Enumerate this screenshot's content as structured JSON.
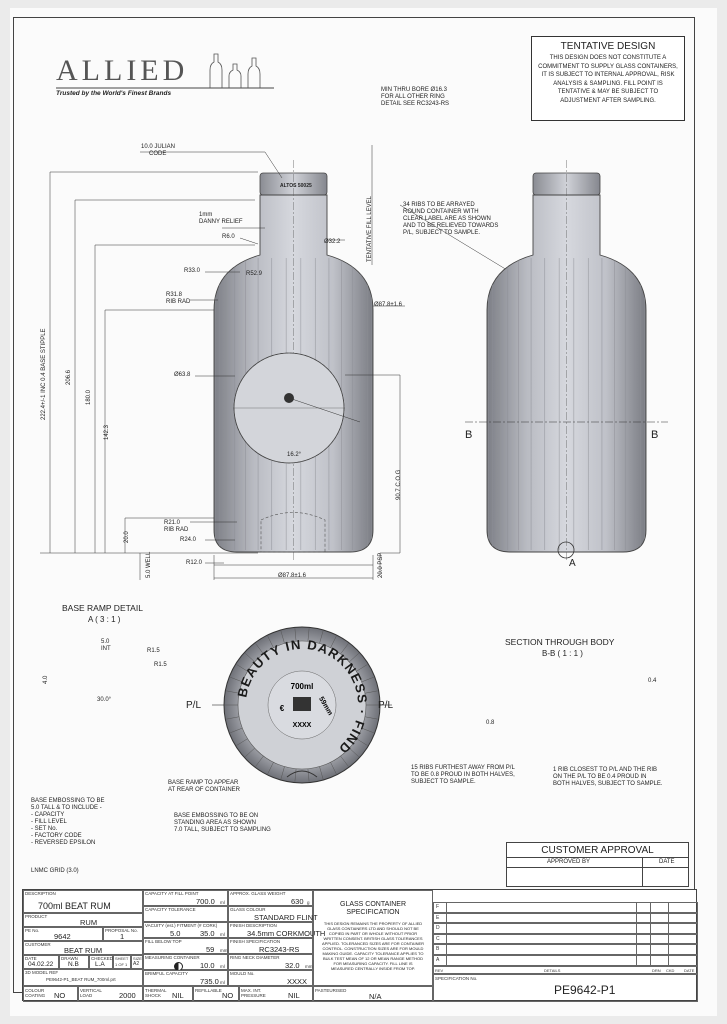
{
  "logo": {
    "name": "ALLIED",
    "tagline": "Trusted by the World's Finest Brands"
  },
  "tentative": {
    "title": "TENTATIVE DESIGN",
    "lines": [
      "THIS DESIGN DOES NOT CONSTITUTE A",
      "COMMITMENT TO SUPPLY GLASS CONTAINERS,",
      "IT IS SUBJECT TO INTERNAL APPROVAL, RISK",
      "ANALYSIS & SAMPLING. FILL POINT IS",
      "TENTATIVE & MAY BE SUBJECT TO",
      "ADJUSTMENT AFTER SAMPLING."
    ]
  },
  "notes": {
    "bore": [
      "MIN THRU BORE Ø16.3",
      "FOR ALL OTHER RING",
      "DETAIL SEE RC3243-RS"
    ],
    "julian": [
      "10.0 JULIAN",
      "CODE"
    ],
    "ribs34": [
      "34 RIBS TO BE ARRAYED",
      "ROUND CONTAINER WITH",
      "CLEAR LABEL ARE AS SHOWN",
      "AND TO BE RELIEVED TOWARDS",
      "P/L, SUBJECT TO SAMPLE."
    ],
    "danny": [
      "1mm",
      "DANNY RELIEF"
    ],
    "tentative_fill": "TENTATIVE FILL LEVEL",
    "base_ramp_rear": [
      "BASE RAMP TO APPEAR",
      "AT REAR OF CONTAINER"
    ],
    "base_emb_standing": [
      "BASE EMBOSSING TO BE ON",
      "STANDING AREA AS SHOWN",
      "7.0 TALL, SUBJECT TO SAMPLING"
    ],
    "ribs15": [
      "15 RIBS FURTHEST AWAY FROM P/L",
      "TO BE 0.8 PROUD IN BOTH HALVES,",
      "SUBJECT TO SAMPLE."
    ],
    "rib1": [
      "1 RIB CLOSEST TO P/L AND THE RIB",
      "ON THE P/L TO BE 0.4 PROUD IN",
      "BOTH HALVES, SUBJECT TO SAMPLE."
    ],
    "base_emb_list": [
      "BASE EMBOSSING TO BE",
      "5.0 TALL & TO INCLUDE -",
      "",
      "- CAPACITY",
      "- FILL LEVEL",
      "- SET No.",
      "- FACTORY CODE",
      "- REVERSED EPSILON"
    ],
    "lnmc": "LNMC GRID (3.0)"
  },
  "dims": {
    "d322": "Ø32.2",
    "r60": "R6.0",
    "r330": "R33.0",
    "r529": "R52.9",
    "r318": "R31.8",
    "rib_rad": "RIB RAD",
    "d878": "Ø87.8±1.6",
    "d638": "Ø63.8",
    "ang": "16.2°",
    "cog": "90.7 C.O.G",
    "r210": "R21.0",
    "r240": "R24.0",
    "r120": "R12.0",
    "d878b": "Ø87.8±1.6",
    "h2224": "222.4+/-1 INC 0.4 BASE STIPPLE",
    "h2066": "206.6",
    "h1800": "180.0",
    "h1423": "142.3",
    "h200": "20.0",
    "well": "5.0 WELL",
    "psp": "20.0 PSP",
    "section_b": "B",
    "detail_a": "A",
    "p04": "0.4",
    "p08": "0.8",
    "ramp_w": "5.0",
    "ramp_int": "INT",
    "ramp_r": "R1.5",
    "ramp_h": "4.0",
    "ramp_a": "30.0°",
    "finish": "ALTOS 50025"
  },
  "labels": {
    "base_ramp_title": "BASE RAMP DETAIL",
    "base_ramp_scale": "A ( 3 : 1 )",
    "section_title": "SECTION THROUGH BODY",
    "section_scale": "B-B ( 1 : 1 )",
    "pl": "P/L"
  },
  "embossing": {
    "ring_text": "BEAUTY IN DARKNESS · FIND",
    "capacity": "700ml",
    "fill": "59mm",
    "code": "XXXX",
    "mark": "€"
  },
  "approval": {
    "title": "CUSTOMER APPROVAL",
    "approved_by": "APPROVED BY",
    "date": "DATE"
  },
  "title_block": {
    "description_label": "DESCRIPTION",
    "description": "700ml BEAT RUM",
    "product_label": "PRODUCT",
    "product": "RUM",
    "pe_label": "PE No.",
    "pe": "9642",
    "proposal_label": "PROPOSAL No.",
    "proposal": "1",
    "customer_label": "CUSTOMER",
    "customer": "BEAT RUM",
    "date_label": "DATE",
    "date": "04.02.22",
    "drawn_label": "DRAWN",
    "drawn": "N.B",
    "checked_label": "CHECKED",
    "checked": "L.A",
    "sheet_label": "SHEET",
    "sheet": "1 OF 1",
    "size_label": "SIZE",
    "size": "A2",
    "model_label": "3D MODEL REF",
    "model": "PE9642-P1_BEAT RUM_700ml.prt",
    "colour_label": "COLOUR COATING",
    "colour": "NO",
    "vertical_label": "VERTICAL LOAD",
    "vertical": "2000",
    "thermal_label": "THERMAL SHOCK",
    "thermal": "NIL",
    "refillable_label": "REFILLABLE",
    "refillable": "NO",
    "maxint_label": "MAX. INT. PRESSURE",
    "maxint": "NIL",
    "pasteurised_label": "PASTEURISED",
    "pasteurised": "N/A",
    "cap_fill_label": "CAPACITY AT FILL POINT",
    "cap_fill": "700.0",
    "cap_fill_unit": "ml",
    "cap_tol_label": "CAPACITY TOLERANCE",
    "cap_tol": "",
    "vac_label": "VACUITY (est.) FITMENT (# CORK)",
    "vac": "5.0",
    "vac2": "35.0",
    "vac_unit": "ml",
    "fill_below_label": "FILL BELOW TOP",
    "fill_below": "59",
    "fill_below_unit": "mm",
    "measuring_label": "MEASURING CONTAINER",
    "measuring": "10.0",
    "measuring_unit": "ml",
    "brimful_label": "BRIMFUL CAPACITY",
    "brimful": "735.0",
    "brimful_unit": "ml",
    "weight_label": "APPROX. GLASS WEIGHT",
    "weight": "630",
    "weight_unit": "g",
    "glass_label": "GLASS COLOUR",
    "glass": "STANDARD FLINT",
    "finish_desc_label": "FINISH DESCRIPTION",
    "finish_desc": "34.5mm CORKMOUTH",
    "finish_spec_label": "FINISH SPECIFICATION",
    "finish_spec": "RC3243-RS",
    "ring_neck_label": "RING NECK DIAMETER",
    "ring_neck": "32.0",
    "ring_neck_unit": "mm",
    "mould_label": "MOULD No.",
    "mould": "XXXX",
    "spec_title": "GLASS CONTAINER SPECIFICATION",
    "spec_text": [
      "THIS DESIGN REMAINS THE PROPERTY OF ALLIED",
      "GLASS CONTAINERS LTD AND SHOULD NOT BE",
      "COPIED IN PART OR WHOLE WITHOUT PRIOR",
      "WRITTEN CONSENT. BRITISH GLASS TOLERANCES",
      "APPLIED. TOLERANCED SIZES ARE FOR CONTAINER",
      "CONTROL. CONSTRUCTION SIZES ARE FOR MOULD",
      "MAKING GUIDE. CAPACITY TOLERANCE APPLIES TO",
      "BULK TEST MEAN OF 12 OR MEAN RANGE METHOD",
      "FOR MEASURING CAPACITY. FILL LINE IS",
      "MEASURED CENTRALLY INSIDE FROM TOP."
    ],
    "rev_letters": [
      "F",
      "E",
      "D",
      "C",
      "B",
      "A"
    ],
    "rev_label": "REV",
    "details_label": "DETAILS",
    "drn_label": "DRN",
    "ckd_label": "CKD",
    "date2_label": "DATE",
    "spec_no_label": "SPECIFICATION No.",
    "spec_no": "PE9642-P1"
  }
}
